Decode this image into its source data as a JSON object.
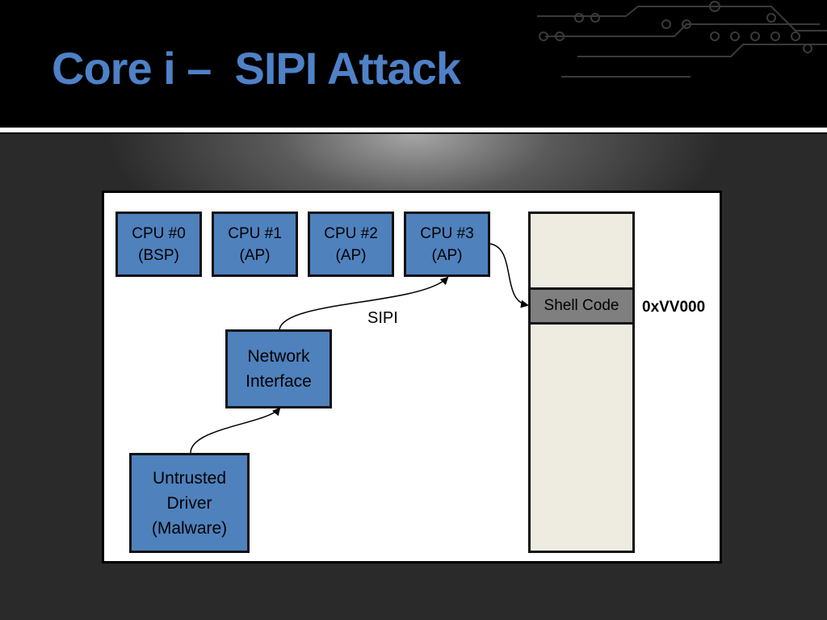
{
  "slide": {
    "title": "Core i –  SIPI Attack"
  },
  "diagram": {
    "cpus": [
      {
        "line1": "CPU #0",
        "line2": "(BSP)"
      },
      {
        "line1": "CPU #1",
        "line2": "(AP)"
      },
      {
        "line1": "CPU #2",
        "line2": "(AP)"
      },
      {
        "line1": "CPU #3",
        "line2": "(AP)"
      }
    ],
    "network": {
      "line1": "Network",
      "line2": "Interface"
    },
    "driver": {
      "line1": "Untrusted",
      "line2": "Driver",
      "line3": "(Malware)"
    },
    "shell_code": "Shell Code",
    "address": "0xVV000",
    "edge_label": "SIPI"
  },
  "colors": {
    "title": "#4f81c7",
    "box_fill": "#4f81bd",
    "memory_fill": "#eeece1",
    "shell_fill": "#7f7f7f"
  }
}
